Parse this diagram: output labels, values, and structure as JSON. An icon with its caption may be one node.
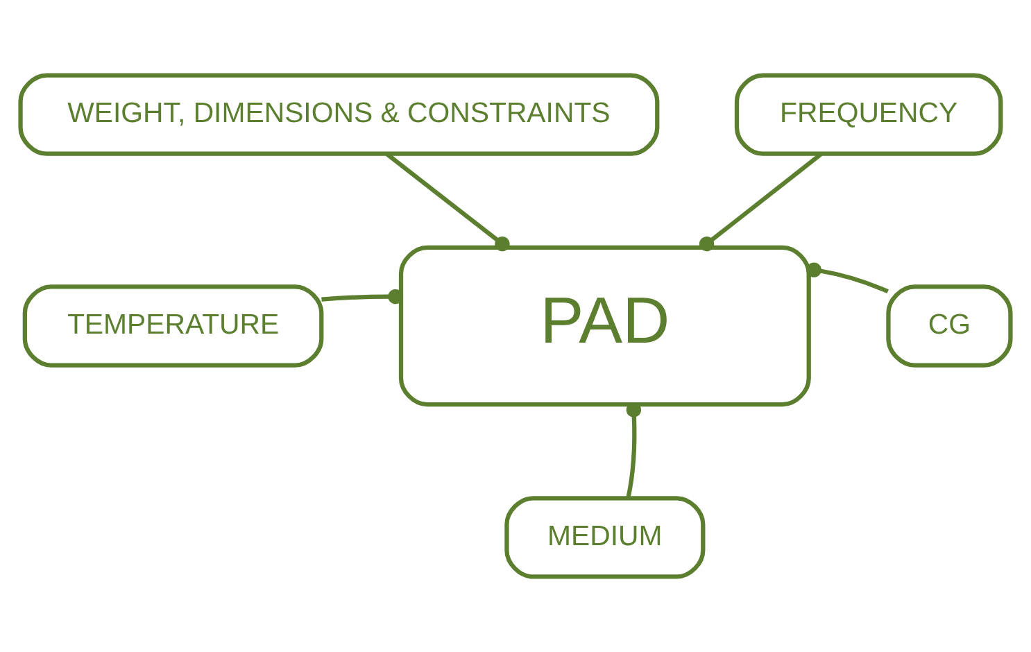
{
  "diagram": {
    "nodes": [
      {
        "text": [
          "WEIGHT, DIMENSIONS & CONSTRAINTS"
        ]
      },
      {
        "text": [
          "FREQUENCY"
        ]
      },
      {
        "text": [
          "TEMPERATURE"
        ]
      },
      {
        "text": [
          "PAD"
        ]
      },
      {
        "text": [
          "CG"
        ]
      },
      {
        "text": [
          "MEDIUM"
        ]
      }
    ],
    "edges": [
      {
        "from": 0,
        "to": 3,
        "arrow": "other"
      },
      {
        "from": 1,
        "to": 3,
        "arrow": "other"
      },
      {
        "from": 2,
        "to": 3,
        "arrow": "other"
      },
      {
        "from": 4,
        "to": 3,
        "arrow": "other"
      },
      {
        "from": 5,
        "to": 3,
        "arrow": "other"
      }
    ]
  }
}
